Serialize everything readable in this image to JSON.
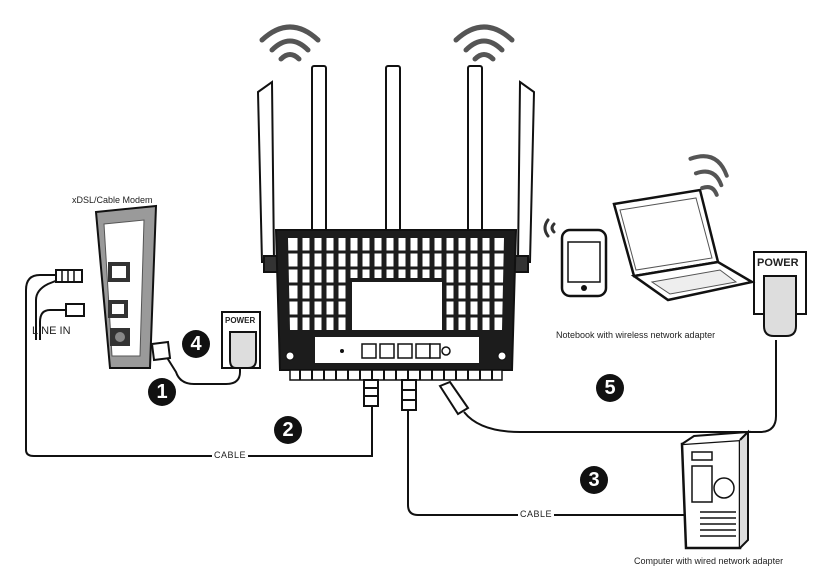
{
  "labels": {
    "modem": "xDSL/Cable Modem",
    "line_in": "LINE IN",
    "notebook": "Notebook with wireless network adapter",
    "computer": "Computer with wired network adapter",
    "cable_left": "CABLE",
    "cable_bottom": "CABLE",
    "power_left": "POWER",
    "power_right": "POWER"
  },
  "steps": [
    "1",
    "2",
    "3",
    "4",
    "5"
  ],
  "colors": {
    "line": "#111111",
    "modem_body": "#9a9a9a",
    "router_body": "#1c1c1c"
  }
}
